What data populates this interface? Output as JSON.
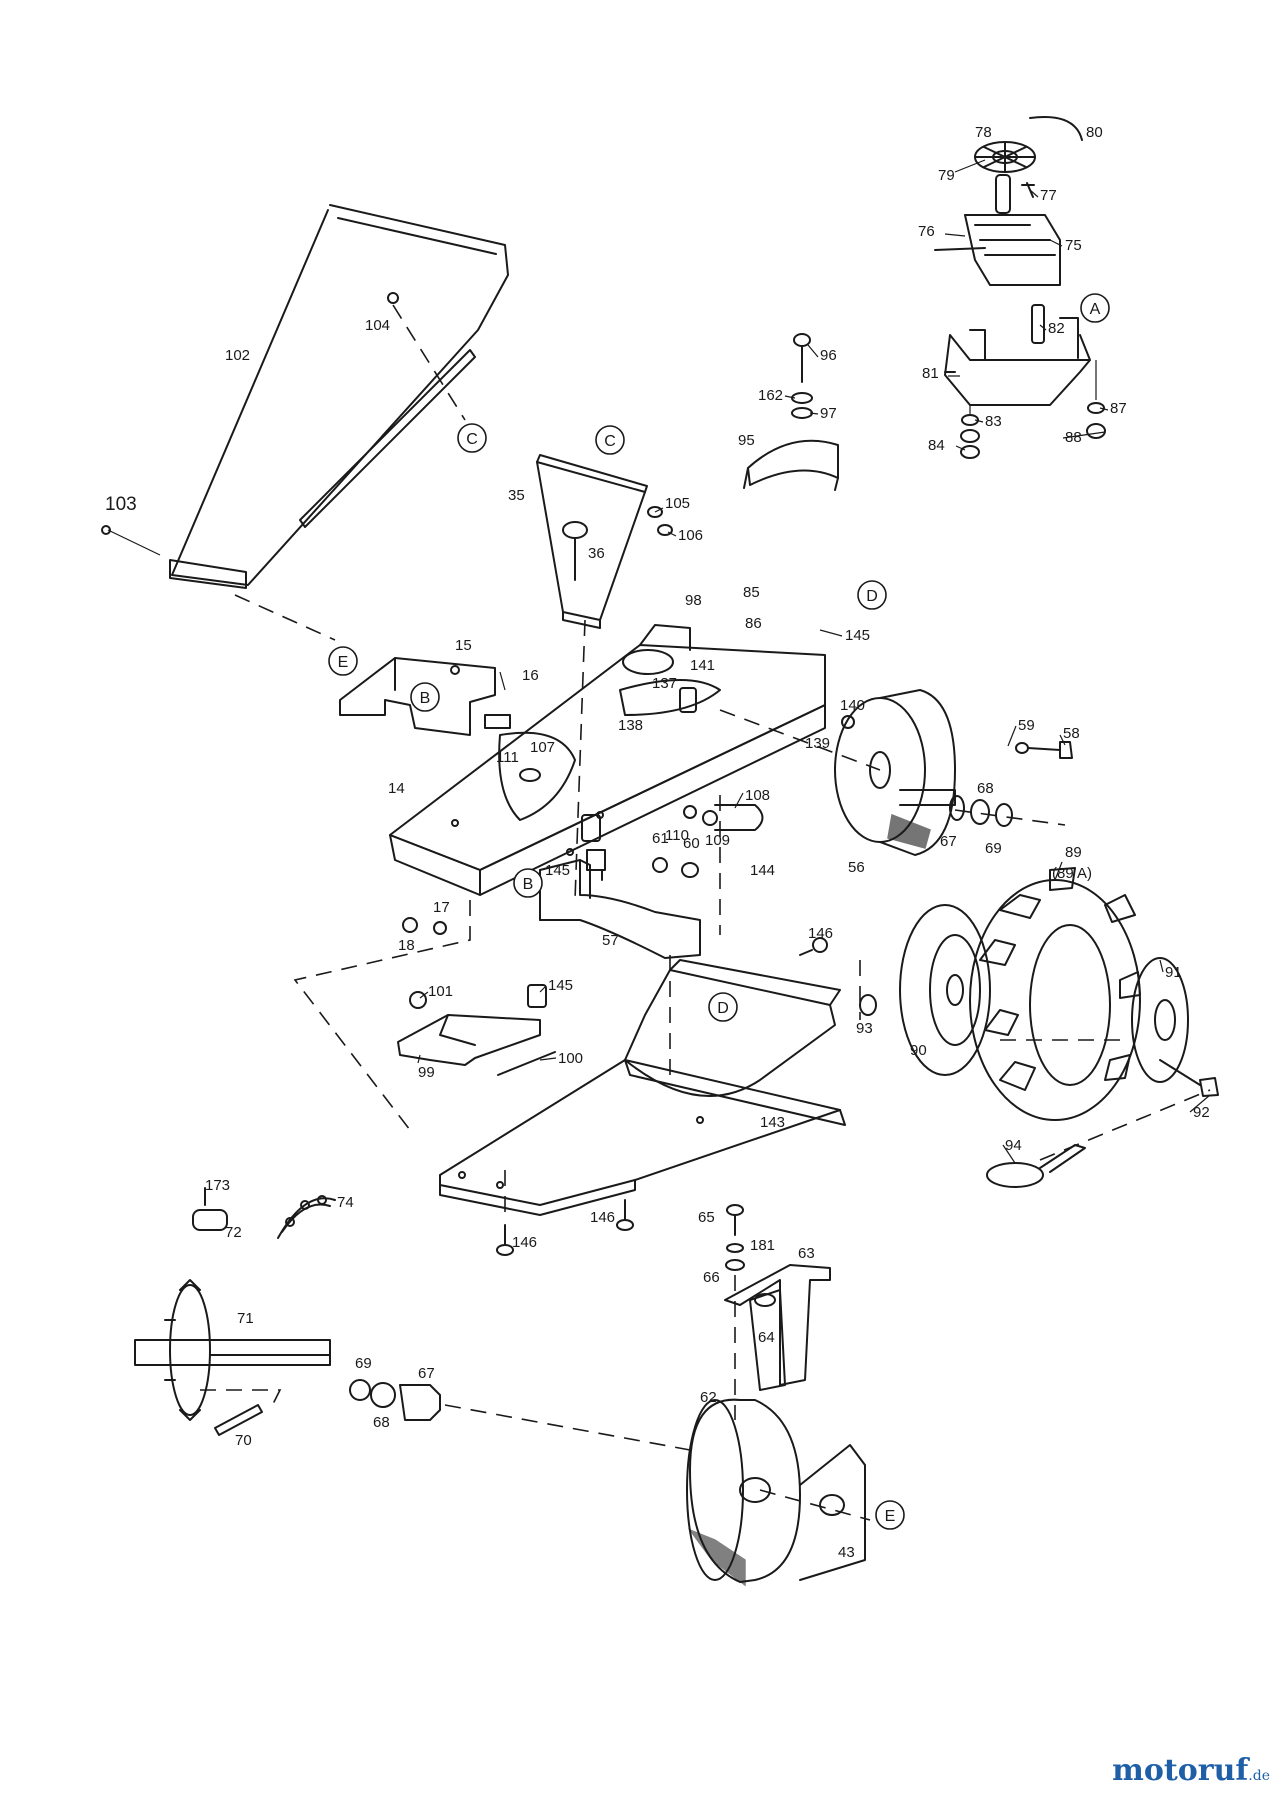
{
  "brand": {
    "name": "motoruf",
    "tld": ".de"
  },
  "callouts": [
    {
      "id": "p78",
      "text": "78"
    },
    {
      "id": "p80",
      "text": "80"
    },
    {
      "id": "p79",
      "text": "79"
    },
    {
      "id": "p77",
      "text": "77"
    },
    {
      "id": "p76",
      "text": "76"
    },
    {
      "id": "p75",
      "text": "75"
    },
    {
      "id": "p82",
      "text": "82"
    },
    {
      "id": "p81",
      "text": "81"
    },
    {
      "id": "p83",
      "text": "83"
    },
    {
      "id": "p84",
      "text": "84"
    },
    {
      "id": "p87",
      "text": "87"
    },
    {
      "id": "p88",
      "text": "88"
    },
    {
      "id": "p104",
      "text": "104"
    },
    {
      "id": "p102",
      "text": "102"
    },
    {
      "id": "p103",
      "text": "103"
    },
    {
      "id": "p96",
      "text": "96"
    },
    {
      "id": "p162",
      "text": "162"
    },
    {
      "id": "p97",
      "text": "97"
    },
    {
      "id": "p95",
      "text": "95"
    },
    {
      "id": "p35",
      "text": "35"
    },
    {
      "id": "p105",
      "text": "105"
    },
    {
      "id": "p106",
      "text": "106"
    },
    {
      "id": "p36",
      "text": "36"
    },
    {
      "id": "p85",
      "text": "85"
    },
    {
      "id": "p86",
      "text": "86"
    },
    {
      "id": "p98",
      "text": "98"
    },
    {
      "id": "p145a",
      "text": "145"
    },
    {
      "id": "p15",
      "text": "15"
    },
    {
      "id": "p16",
      "text": "16"
    },
    {
      "id": "p141",
      "text": "141"
    },
    {
      "id": "p137",
      "text": "137"
    },
    {
      "id": "p138",
      "text": "138"
    },
    {
      "id": "p140",
      "text": "140"
    },
    {
      "id": "p139",
      "text": "139"
    },
    {
      "id": "p59",
      "text": "59"
    },
    {
      "id": "p58",
      "text": "58"
    },
    {
      "id": "p111",
      "text": "111"
    },
    {
      "id": "p107",
      "text": "107"
    },
    {
      "id": "p14",
      "text": "14"
    },
    {
      "id": "p108",
      "text": "108"
    },
    {
      "id": "p110",
      "text": "110"
    },
    {
      "id": "p109",
      "text": "109"
    },
    {
      "id": "p68a",
      "text": "68"
    },
    {
      "id": "p67a",
      "text": "67"
    },
    {
      "id": "p69a",
      "text": "69"
    },
    {
      "id": "p56",
      "text": "56"
    },
    {
      "id": "p145b",
      "text": "145"
    },
    {
      "id": "p61",
      "text": "61"
    },
    {
      "id": "p60",
      "text": "60"
    },
    {
      "id": "p17",
      "text": "17"
    },
    {
      "id": "p18",
      "text": "18"
    },
    {
      "id": "p57",
      "text": "57"
    },
    {
      "id": "p144",
      "text": "144"
    },
    {
      "id": "p89",
      "text": "89"
    },
    {
      "id": "p89A",
      "text": "(89 A)"
    },
    {
      "id": "p146a",
      "text": "146"
    },
    {
      "id": "p101",
      "text": "101"
    },
    {
      "id": "p145c",
      "text": "145"
    },
    {
      "id": "p91",
      "text": "91"
    },
    {
      "id": "p93",
      "text": "93"
    },
    {
      "id": "p90",
      "text": "90"
    },
    {
      "id": "p99",
      "text": "99"
    },
    {
      "id": "p100",
      "text": "100"
    },
    {
      "id": "p143",
      "text": "143"
    },
    {
      "id": "p92",
      "text": "92"
    },
    {
      "id": "p94",
      "text": "94"
    },
    {
      "id": "p173",
      "text": "173"
    },
    {
      "id": "p72",
      "text": "72"
    },
    {
      "id": "p74",
      "text": "74"
    },
    {
      "id": "p146b",
      "text": "146"
    },
    {
      "id": "p146c",
      "text": "146"
    },
    {
      "id": "p65",
      "text": "65"
    },
    {
      "id": "p181",
      "text": "181"
    },
    {
      "id": "p63",
      "text": "63"
    },
    {
      "id": "p66",
      "text": "66"
    },
    {
      "id": "p71",
      "text": "71"
    },
    {
      "id": "p64",
      "text": "64"
    },
    {
      "id": "p69b",
      "text": "69"
    },
    {
      "id": "p67b",
      "text": "67"
    },
    {
      "id": "p68b",
      "text": "68"
    },
    {
      "id": "p62",
      "text": "62"
    },
    {
      "id": "p70",
      "text": "70"
    },
    {
      "id": "p43",
      "text": "43"
    }
  ],
  "ref_markers": [
    {
      "id": "refA",
      "letter": "A"
    },
    {
      "id": "refC1",
      "letter": "C"
    },
    {
      "id": "refC2",
      "letter": "C"
    },
    {
      "id": "refD1",
      "letter": "D"
    },
    {
      "id": "refE1",
      "letter": "E"
    },
    {
      "id": "refB1",
      "letter": "B"
    },
    {
      "id": "refB2",
      "letter": "B"
    },
    {
      "id": "refD2",
      "letter": "D"
    },
    {
      "id": "refE2",
      "letter": "E"
    }
  ]
}
